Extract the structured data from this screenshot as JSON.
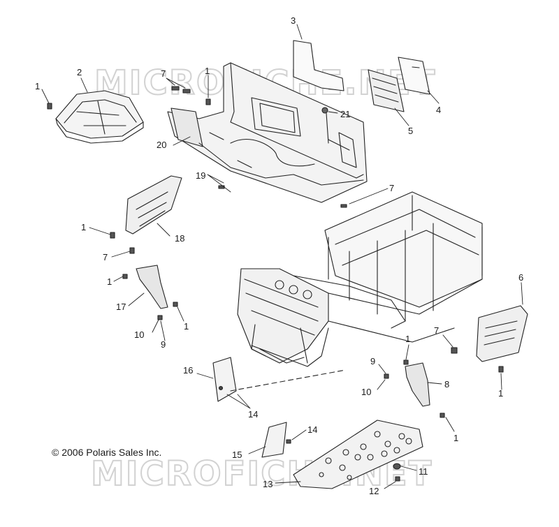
{
  "diagram": {
    "watermark_text": "MICROFICHE.NET",
    "copyright": "© 2006 Polaris Sales Inc.",
    "callouts": {
      "c1a": "1",
      "c2": "2",
      "c7a": "7",
      "c1b": "1",
      "c3": "3",
      "c21": "21",
      "c4": "4",
      "c5": "5",
      "c20": "20",
      "c19": "19",
      "c7b": "7",
      "c1c": "1",
      "c18": "18",
      "c7c": "7",
      "c1d": "1",
      "c17": "17",
      "c10a": "10",
      "c9a": "9",
      "c1e": "1",
      "c6": "6",
      "c7d": "7",
      "c1f": "1",
      "c16": "16",
      "c14a": "14",
      "c9b": "9",
      "c10b": "10",
      "c1g": "1",
      "c8": "8",
      "c1h": "1",
      "c15": "15",
      "c14b": "14",
      "c11": "11",
      "c13": "13",
      "c12": "12"
    }
  }
}
